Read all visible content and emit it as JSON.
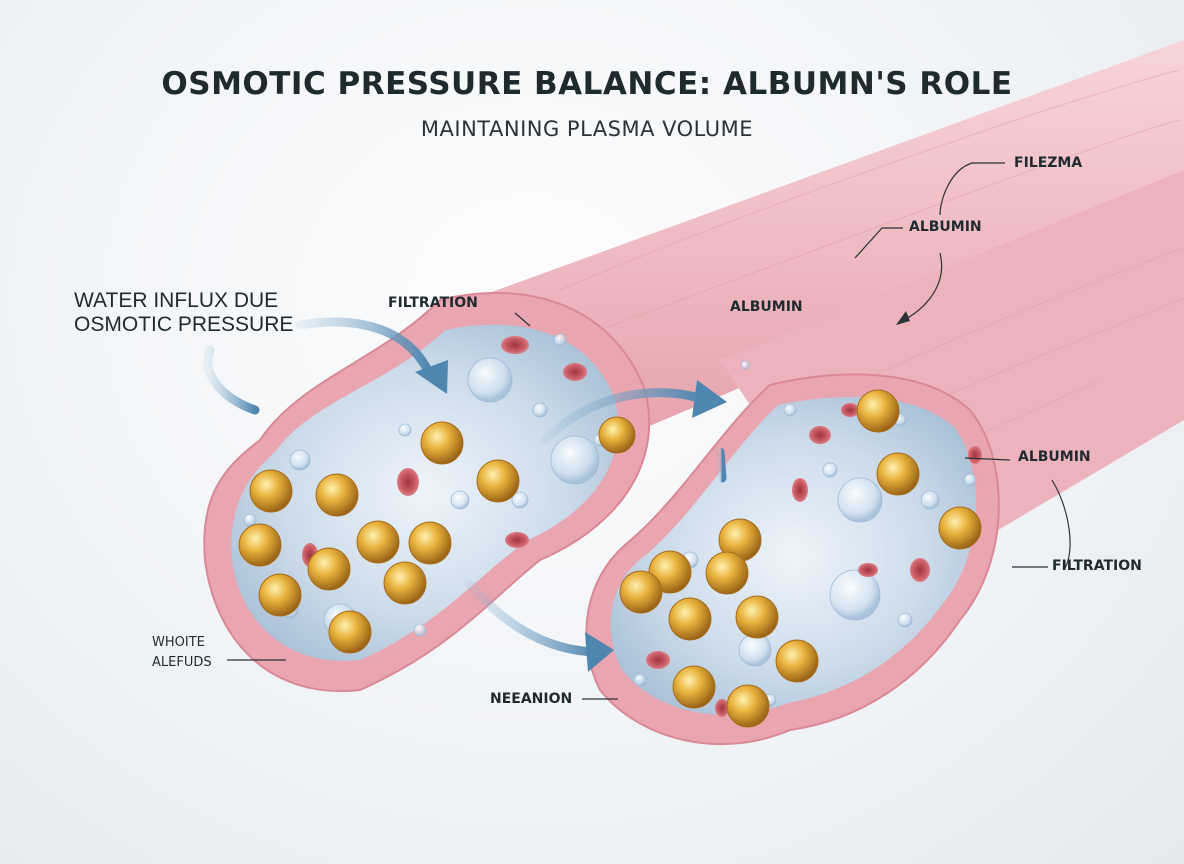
{
  "title": "OSMOTIC PRESSURE BALANCE: ALBUMN'S ROLE",
  "subtitle": "MAINTANING PLASMA VOLUME",
  "labels": {
    "water_influx_line1": "WATER INFLUX DUE",
    "water_influx_line2": "OSMOTIC PRESSURE",
    "filtration_top": "FILTRATION",
    "albumin_middle": "ALBUMIN",
    "filezma": "FILEZMA",
    "albumin_upper_right": "ALBUMIN",
    "albumin_right": "ALBUMIN",
    "filtration_right": "FILTRATION",
    "whoite_line1": "WHOITE",
    "whoite_line2": "ALEFUDS",
    "neeanion": "NEEANION"
  },
  "colors": {
    "vessel_wall": "#f0b8c0",
    "lumen": "#c9dbeb",
    "albumin_particle": "#e0a534",
    "red_cell": "#c7505a",
    "arrow": "#5b8fb5"
  }
}
